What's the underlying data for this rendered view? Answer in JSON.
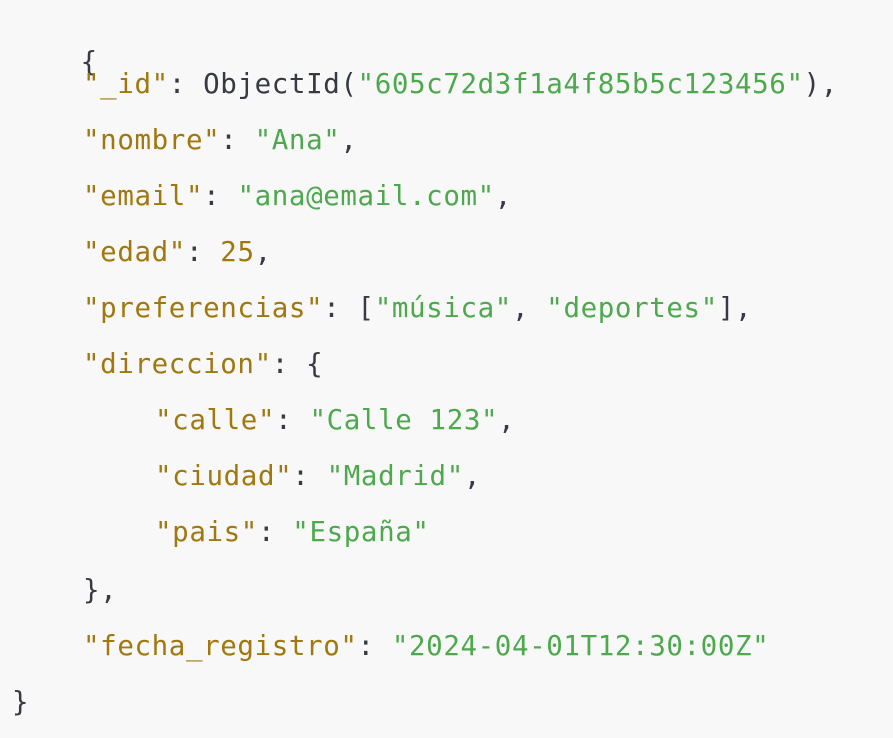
{
  "document": {
    "fields": {
      "id": {
        "key": "\"_id\"",
        "fn": "ObjectId(",
        "value": "\"605c72d3f1a4f85b5c123456\"",
        "close": "),"
      },
      "nombre": {
        "key": "\"nombre\"",
        "value": "\"Ana\""
      },
      "email": {
        "key": "\"email\"",
        "value": "\"ana@email.com\""
      },
      "edad": {
        "key": "\"edad\"",
        "value": "25"
      },
      "preferencias": {
        "key": "\"preferencias\"",
        "items": [
          "\"música\"",
          "\"deportes\""
        ]
      },
      "direccion": {
        "key": "\"direccion\"",
        "calle": {
          "key": "\"calle\"",
          "value": "\"Calle 123\""
        },
        "ciudad": {
          "key": "\"ciudad\"",
          "value": "\"Madrid\""
        },
        "pais": {
          "key": "\"pais\"",
          "value": "\"España\""
        }
      },
      "fecha_registro": {
        "key": "\"fecha_registro\"",
        "value": "\"2024-04-01T12:30:00Z\""
      }
    },
    "punct": {
      "open_brace": "{",
      "close_brace": "}",
      "close_brace_comma": "},",
      "colon": ": ",
      "comma": ",",
      "open_bracket": "[",
      "close_bracket_comma": "],",
      "item_sep": ", "
    }
  },
  "colors": {
    "background": "#f8f8f8",
    "key": "#a0780f",
    "string": "#4ea84e",
    "punctuation": "#383a42"
  }
}
